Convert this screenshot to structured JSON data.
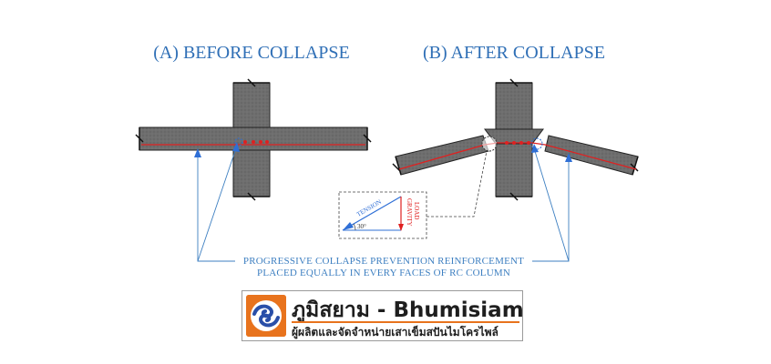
{
  "titles": {
    "before": "(A) BEFORE COLLAPSE",
    "after": "(B) AFTER COLLAPSE"
  },
  "detail": {
    "tension": "TENSION",
    "gravity": "GRAVITY",
    "load": "LOAD",
    "angle": "30°"
  },
  "note": {
    "line1": "PROGRESSIVE COLLAPSE PREVENTION REINFORCEMENT",
    "line2": "PLACED EQUALLY IN EVERY FACES OF RC COLUMN"
  },
  "logo": {
    "name": "ภูมิสยาม - Bhumisiam",
    "tagline": "ผู้ผลิตและจัดจำหน่ายเสาเข็มสปันไมโครไพล์"
  },
  "colors": {
    "concrete": "#6b6b6b",
    "rebar": "#e02020",
    "annotation": "#3d7fc1",
    "brand": "#e8731d"
  }
}
